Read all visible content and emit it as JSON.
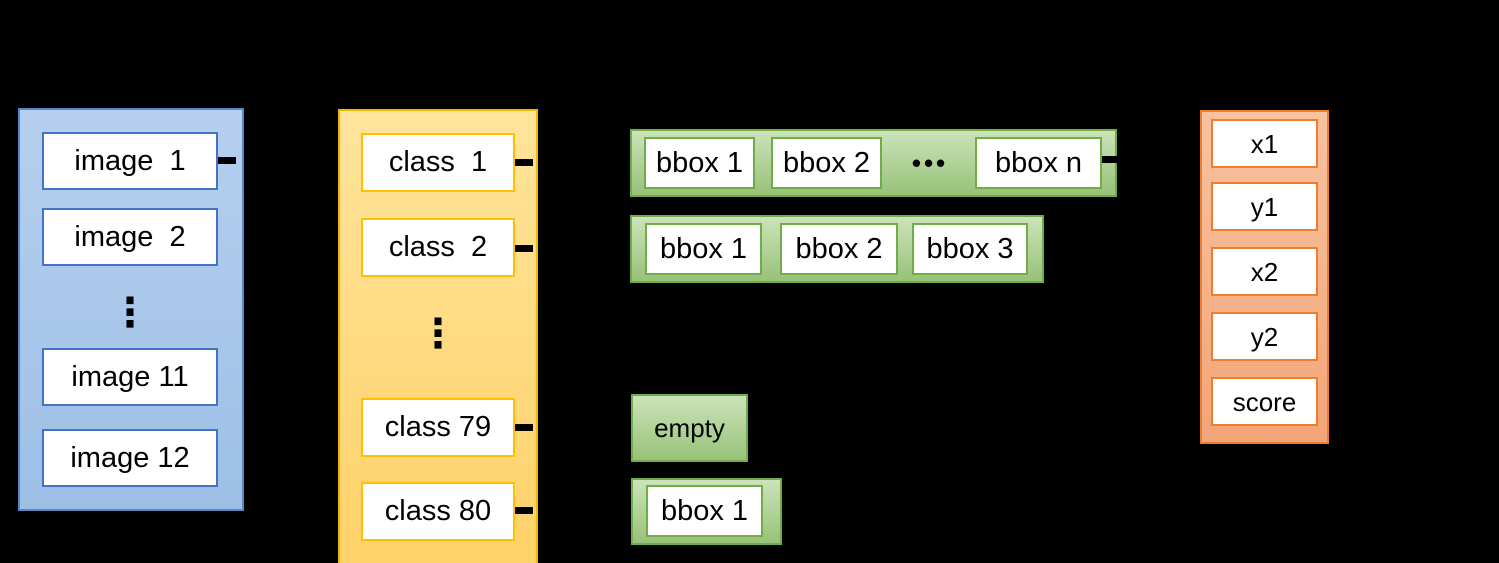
{
  "colors": {
    "background": "#000000",
    "blue_fill": "#aac7e9",
    "blue_border": "#4472c4",
    "yellow_fill": "#ffd778",
    "yellow_border": "#ffc000",
    "green_fill": "#aed194",
    "green_border": "#70ad47",
    "orange_fill": "#f4b183",
    "orange_border": "#ed7d31",
    "connector": "#000000",
    "text": "#000000"
  },
  "image_list": {
    "items": [
      "image  1",
      "image  2",
      "image 11",
      "image 12"
    ],
    "ellipsis": "⋮"
  },
  "class_list": {
    "items": [
      "class  1",
      "class  2",
      "class 79",
      "class 80"
    ],
    "ellipsis": "⋮"
  },
  "bbox_row_1": {
    "items": [
      "bbox 1",
      "bbox 2",
      "bbox n"
    ],
    "ellipsis": "•••"
  },
  "bbox_row_2": {
    "items": [
      "bbox 1",
      "bbox 2",
      "bbox 3"
    ]
  },
  "empty_box": {
    "label": "empty"
  },
  "bbox_row_3": {
    "items": [
      "bbox 1"
    ]
  },
  "bbox_fields": {
    "items": [
      "x1",
      "y1",
      "x2",
      "y2",
      "score"
    ]
  }
}
